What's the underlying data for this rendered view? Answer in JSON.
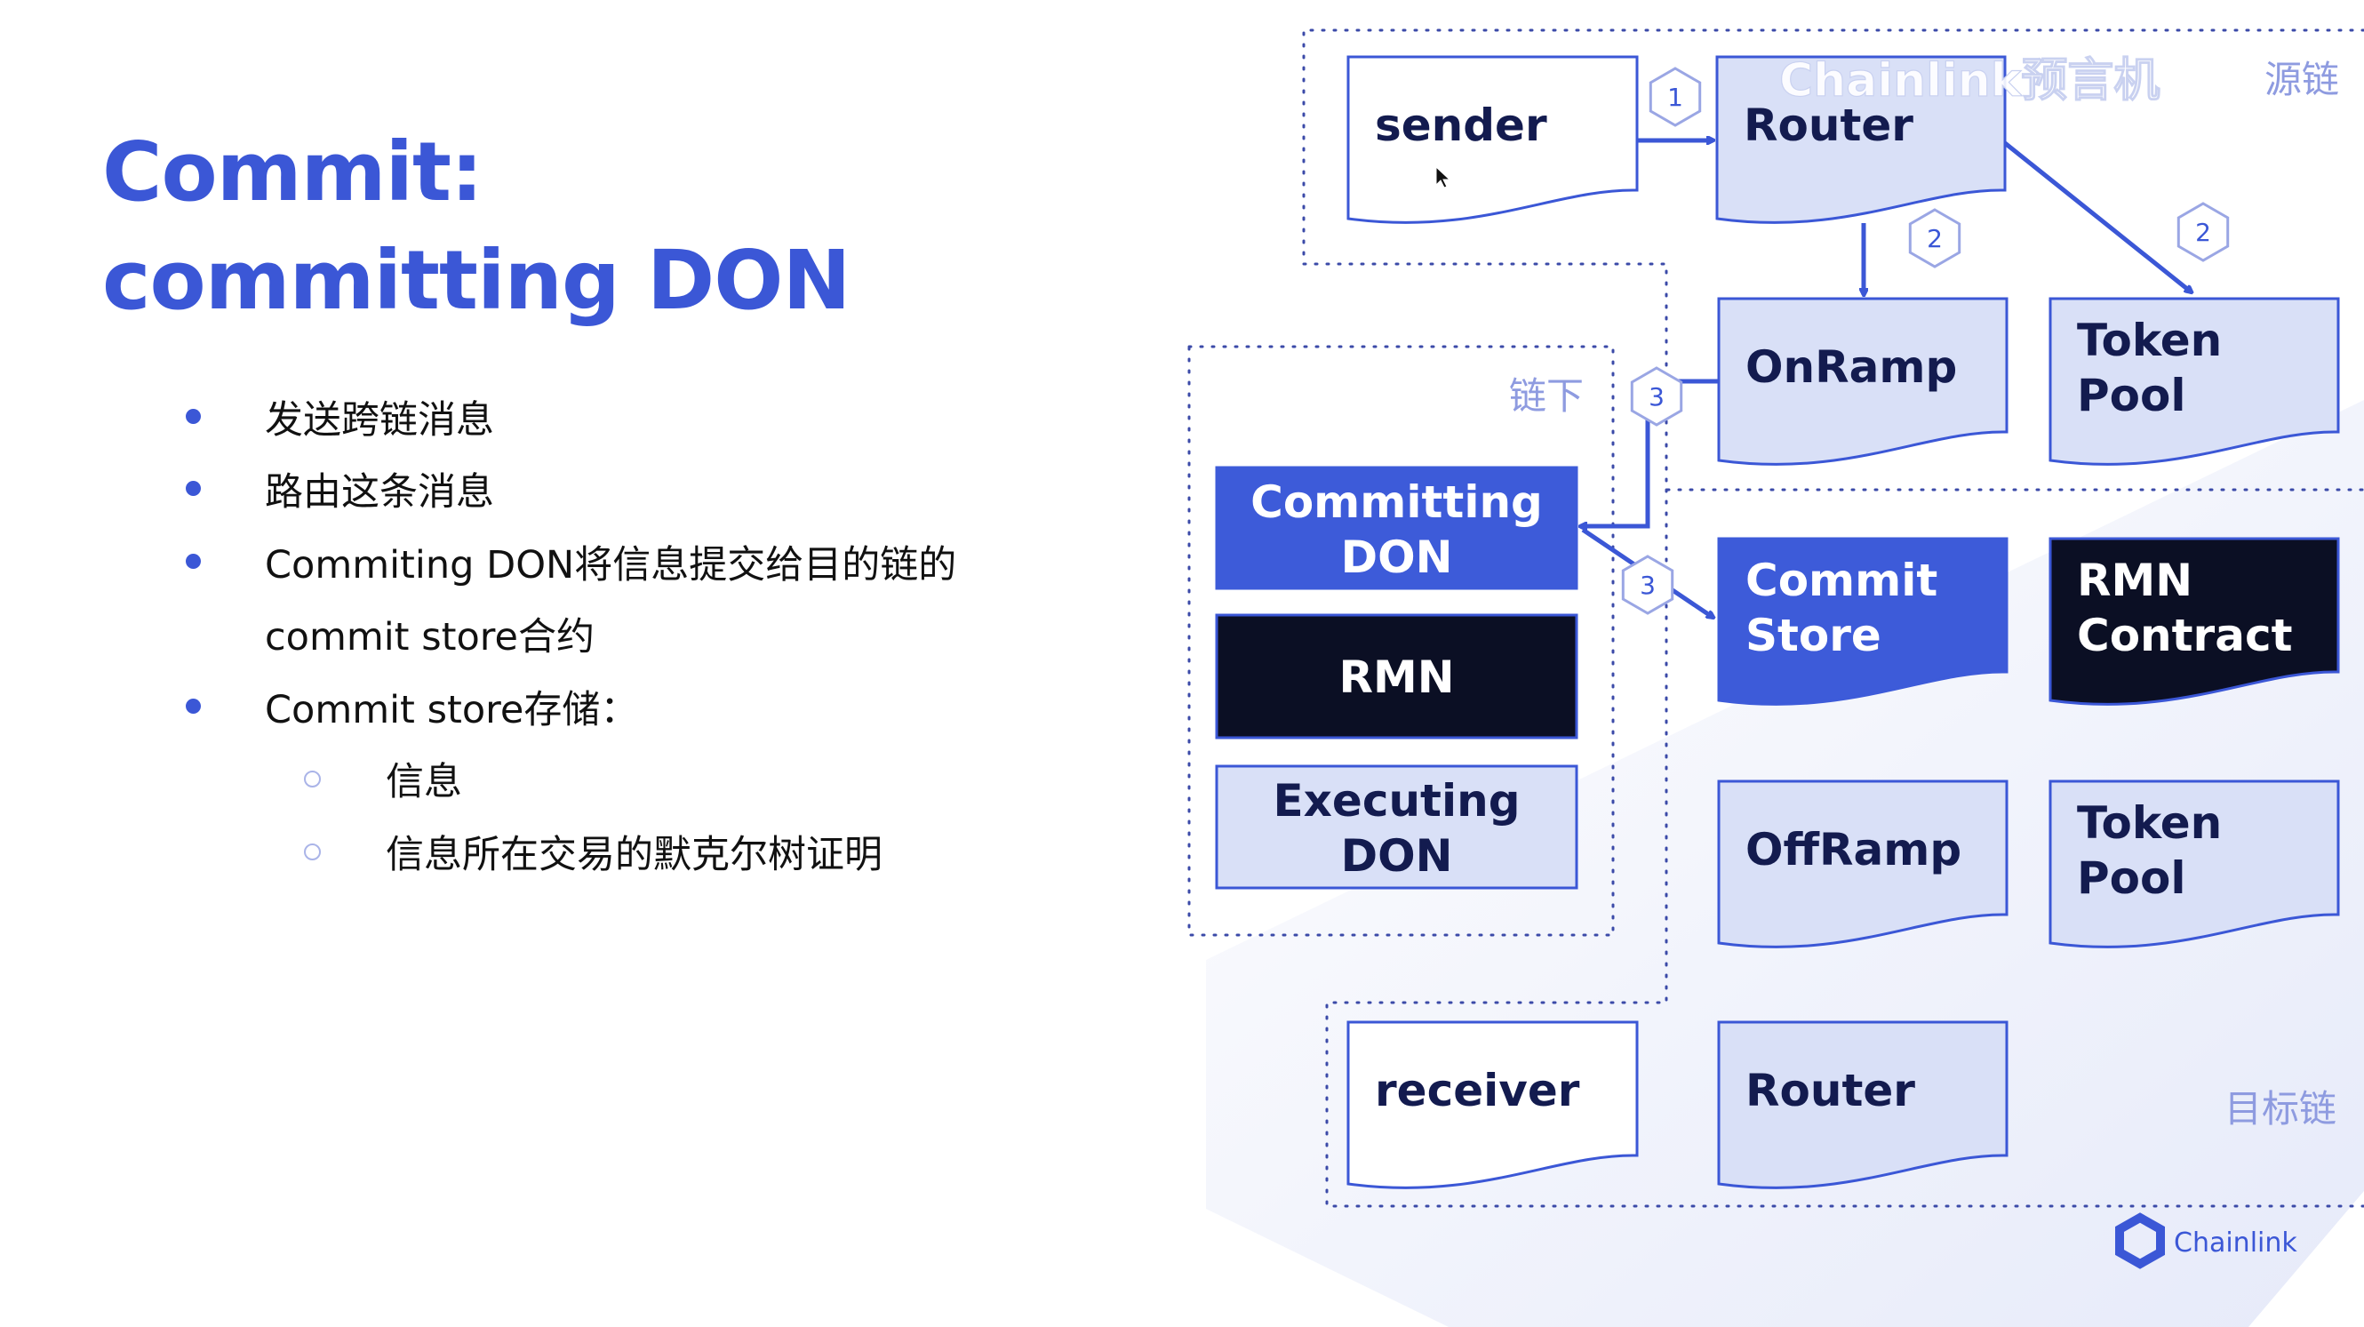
{
  "slide": {
    "title_line1": "Commit:",
    "title_line2": "committing DON",
    "bullets": [
      "发送跨链消息",
      "路由这条消息",
      "Commiting DON将信息提交给目的链的",
      "commit store合约",
      "Commit store存储："
    ],
    "sub_bullets": [
      "信息",
      "信息所在交易的默克尔树证明"
    ]
  },
  "diagram": {
    "zones": {
      "source": "源链",
      "offchain": "链下",
      "destination": "目标链"
    },
    "boxes": {
      "sender": [
        "sender"
      ],
      "router_src": [
        "Router"
      ],
      "onramp": [
        "OnRamp"
      ],
      "token_pool_src": [
        "Token",
        "Pool"
      ],
      "committing_don": [
        "Committing",
        "DON"
      ],
      "rmn": [
        "RMN"
      ],
      "executing_don": [
        "Executing",
        "DON"
      ],
      "commit_store": [
        "Commit",
        "Store"
      ],
      "rmn_contract": [
        "RMN",
        "Contract"
      ],
      "offramp": [
        "OffRamp"
      ],
      "token_pool_dst": [
        "Token",
        "Pool"
      ],
      "receiver": [
        "receiver"
      ],
      "router_dst": [
        "Router"
      ]
    },
    "steps": [
      "1",
      "2",
      "2",
      "3",
      "3"
    ],
    "colors": {
      "accent": "#3b57d6",
      "light_box": "#d9e0f7",
      "dark_box": "#0b0f24",
      "text": "#131b4f"
    }
  },
  "branding": {
    "logo_text": "Chainlink",
    "watermark": "Chainlink预言机"
  }
}
